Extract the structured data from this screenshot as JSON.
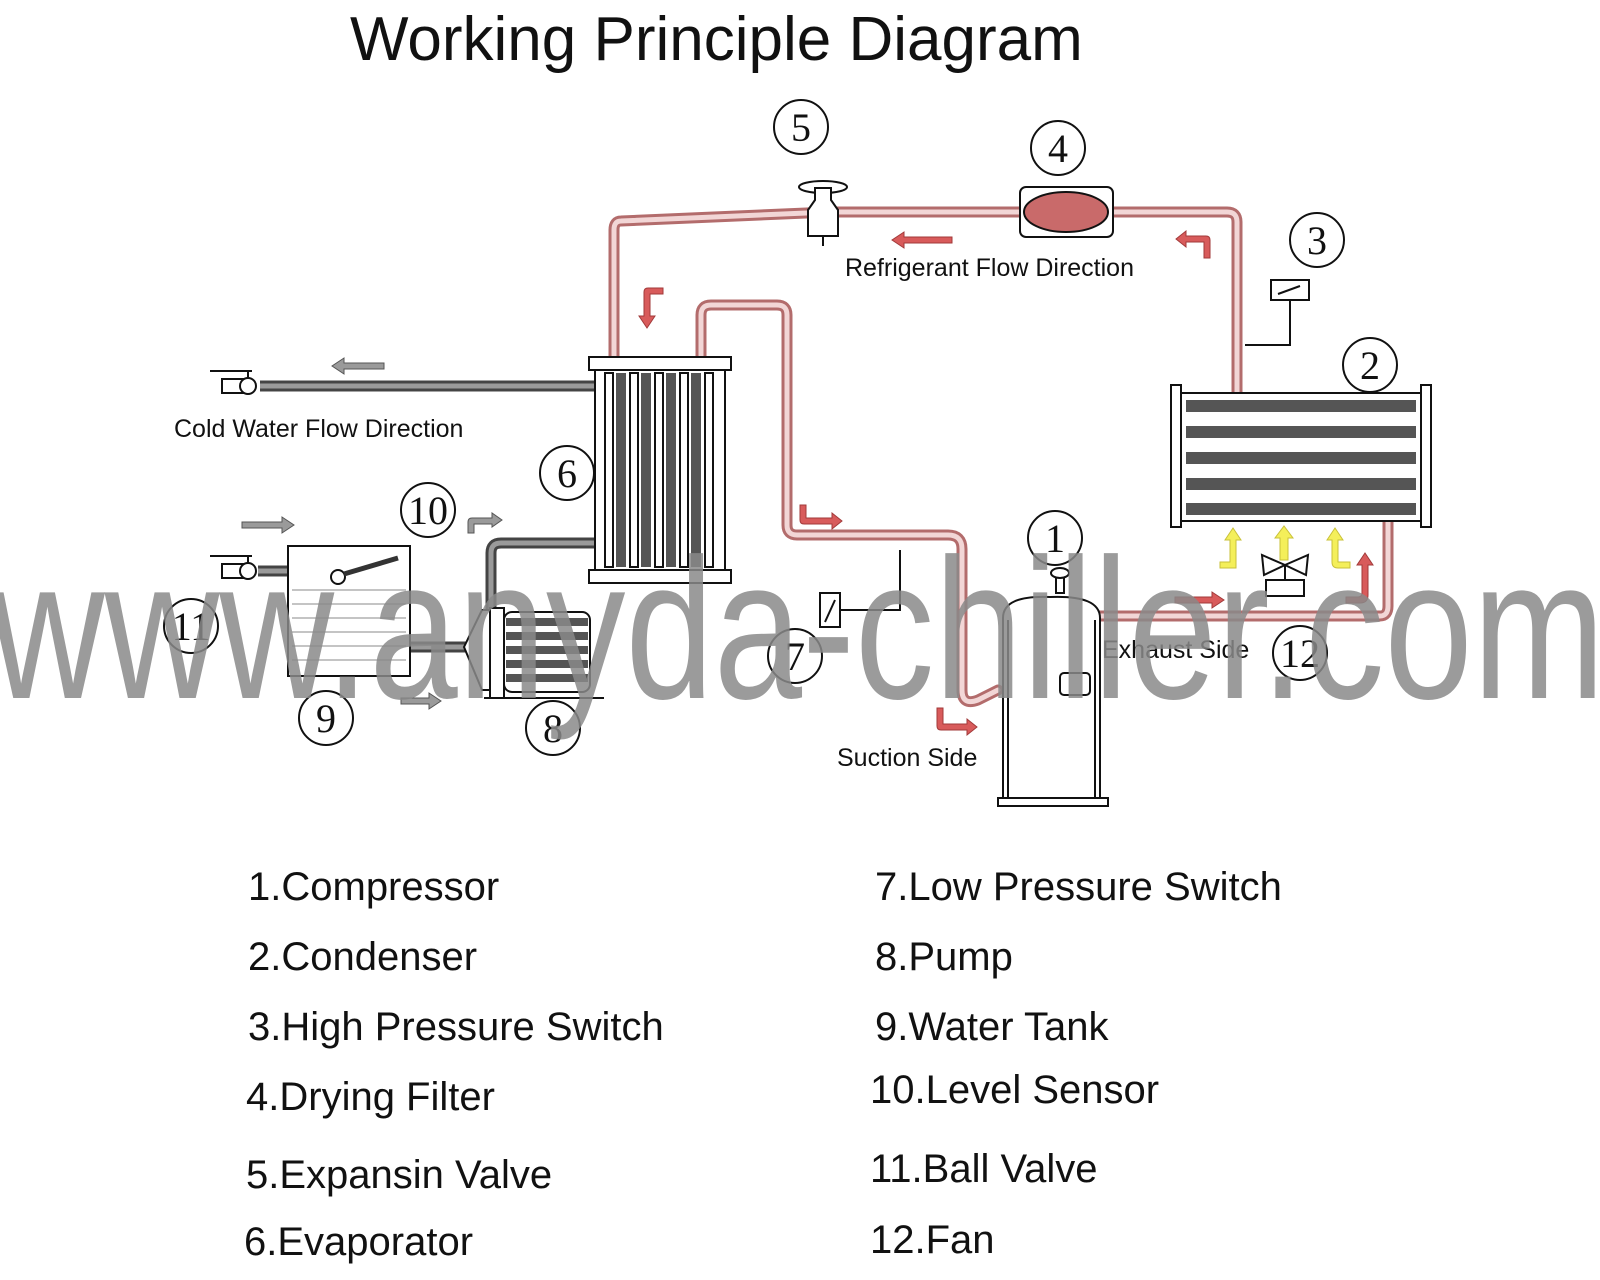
{
  "title": "Working Principle Diagram",
  "flow_labels": {
    "refrigerant": "Refrigerant Flow Direction",
    "cold_water": "Cold Water Flow Direction",
    "exhaust": "Exhaust Side",
    "suction": "Suction Side"
  },
  "markers": [
    "1",
    "2",
    "3",
    "4",
    "5",
    "6",
    "7",
    "8",
    "9",
    "10",
    "11",
    "12"
  ],
  "legend_left": [
    "1.Compressor",
    "2.Condenser",
    "3.High Pressure Switch",
    "4.Drying Filter",
    "5.Expansin Valve",
    "6.Evaporator"
  ],
  "legend_right": [
    "7.Low Pressure Switch",
    "8.Pump",
    "9.Water Tank",
    "10.Level Sensor",
    "11.Ball Valve",
    "12.Fan"
  ],
  "watermark": "www.anyda-chiller.com",
  "colors": {
    "refrigerant_pipe": "#b36c6c",
    "water_pipe": "#444444",
    "flow_arrow": "#d85b5b",
    "air_arrow": "#f4ef5a",
    "watermark": "#8a8a8a"
  }
}
